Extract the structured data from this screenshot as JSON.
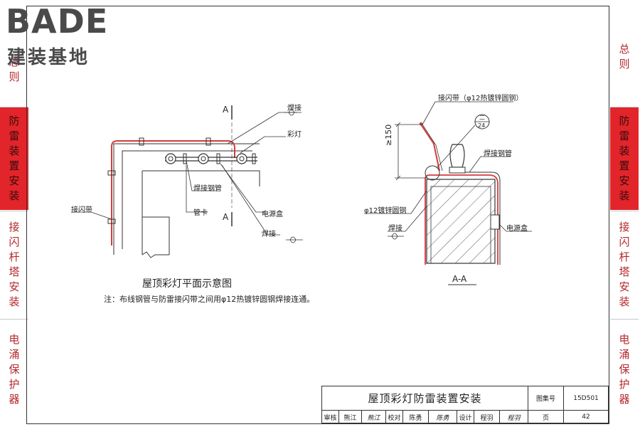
{
  "logo": {
    "brand": "BADE",
    "subtitle": "建装基地"
  },
  "sidebar": {
    "tabs": [
      {
        "label": "总则"
      },
      {
        "label": "防雷装置安装"
      },
      {
        "label": "接闪杆塔安装"
      },
      {
        "label": "电涌保护器"
      }
    ]
  },
  "plan": {
    "section_mark_top": "A",
    "section_mark_bottom": "A",
    "labels": {
      "weld_top": "焊接",
      "color_lamp": "彩灯",
      "welded_steel_pipe": "焊接钢管",
      "pipe_clamp": "管卡",
      "power_box": "电源盒",
      "weld_bottom": "焊接",
      "air_terminal_strip": "接闪带"
    },
    "title": "屋顶彩灯平面示意图",
    "note": "注：布线钢管与防雷接闪带之间用φ12热镀锌圆钢焊接连通。"
  },
  "section": {
    "label_top": "接闪带（φ12热镀锌圆钢）",
    "detail_ref_top": "二",
    "detail_ref_bottom": "24",
    "dimension": "≥150",
    "welded_steel_pipe": "焊接钢管",
    "round_steel": "φ12镀锌圆钢",
    "weld": "焊接",
    "power_box": "电源盒",
    "title": "A-A"
  },
  "title_block": {
    "title": "屋顶彩灯防雷装置安装",
    "atlas_label": "图集号",
    "atlas_no": "15D501",
    "review_label": "审核",
    "reviewer": "熊江",
    "reviewer_sig": "熊江",
    "check_label": "校对",
    "checker": "陈勇",
    "checker_sig": "陈勇",
    "design_label": "设计",
    "designer": "程羽",
    "designer_sig": "程羽",
    "page_label": "页",
    "page_no": "42"
  },
  "colors": {
    "accent_red": "#e2252b",
    "line_red": "#d63c3c",
    "line": "#333333"
  }
}
